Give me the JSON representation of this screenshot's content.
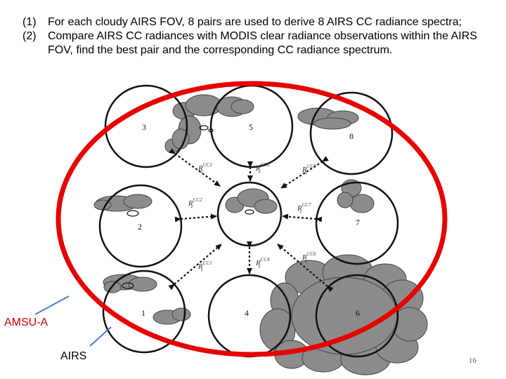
{
  "instructions": [
    {
      "number": "(1)",
      "text": "For each cloudy AIRS FOV, 8 pairs are used to derive 8 AIRS CC radiance spectra;"
    },
    {
      "number": "(2)",
      "text": "Compare AIRS CC radiances with MODIS clear radiance observations within the AIRS FOV, find the best pair and the corresponding CC radiance spectrum."
    }
  ],
  "diagram": {
    "fov_labels": {
      "c1": "1",
      "c2": "2",
      "c3": "3",
      "c4": "4",
      "c5": "5",
      "c6": "6",
      "c7": "7",
      "c8": "8"
    },
    "radiance_labels": {
      "r3": {
        "base": "R",
        "sup": "CC3",
        "sub": "v"
      },
      "r5": {
        "base": "R",
        "sup": "CC5",
        "sub": "v"
      },
      "r8": {
        "base": "R",
        "sup": "CC8",
        "sub": "v"
      },
      "r2": {
        "base": "R",
        "sup": "CC2",
        "sub": "v"
      },
      "r7": {
        "base": "R",
        "sup": "CC7",
        "sub": "v"
      },
      "r1": {
        "base": "R",
        "sup": "CC1",
        "sub": "v"
      },
      "r4": {
        "base": "R",
        "sup": "CC4",
        "sub": "v"
      },
      "r6": {
        "base": "R",
        "sup": "CC6",
        "sub": "v"
      }
    },
    "amsu_label": "AMSU-A",
    "airs_label": "AIRS",
    "colors": {
      "amsu_footprint": "#e60000",
      "cloud": "#8c8c8c",
      "pointer_line": "#4a7fc1",
      "arrow": "#111111"
    }
  },
  "page_number": "16"
}
